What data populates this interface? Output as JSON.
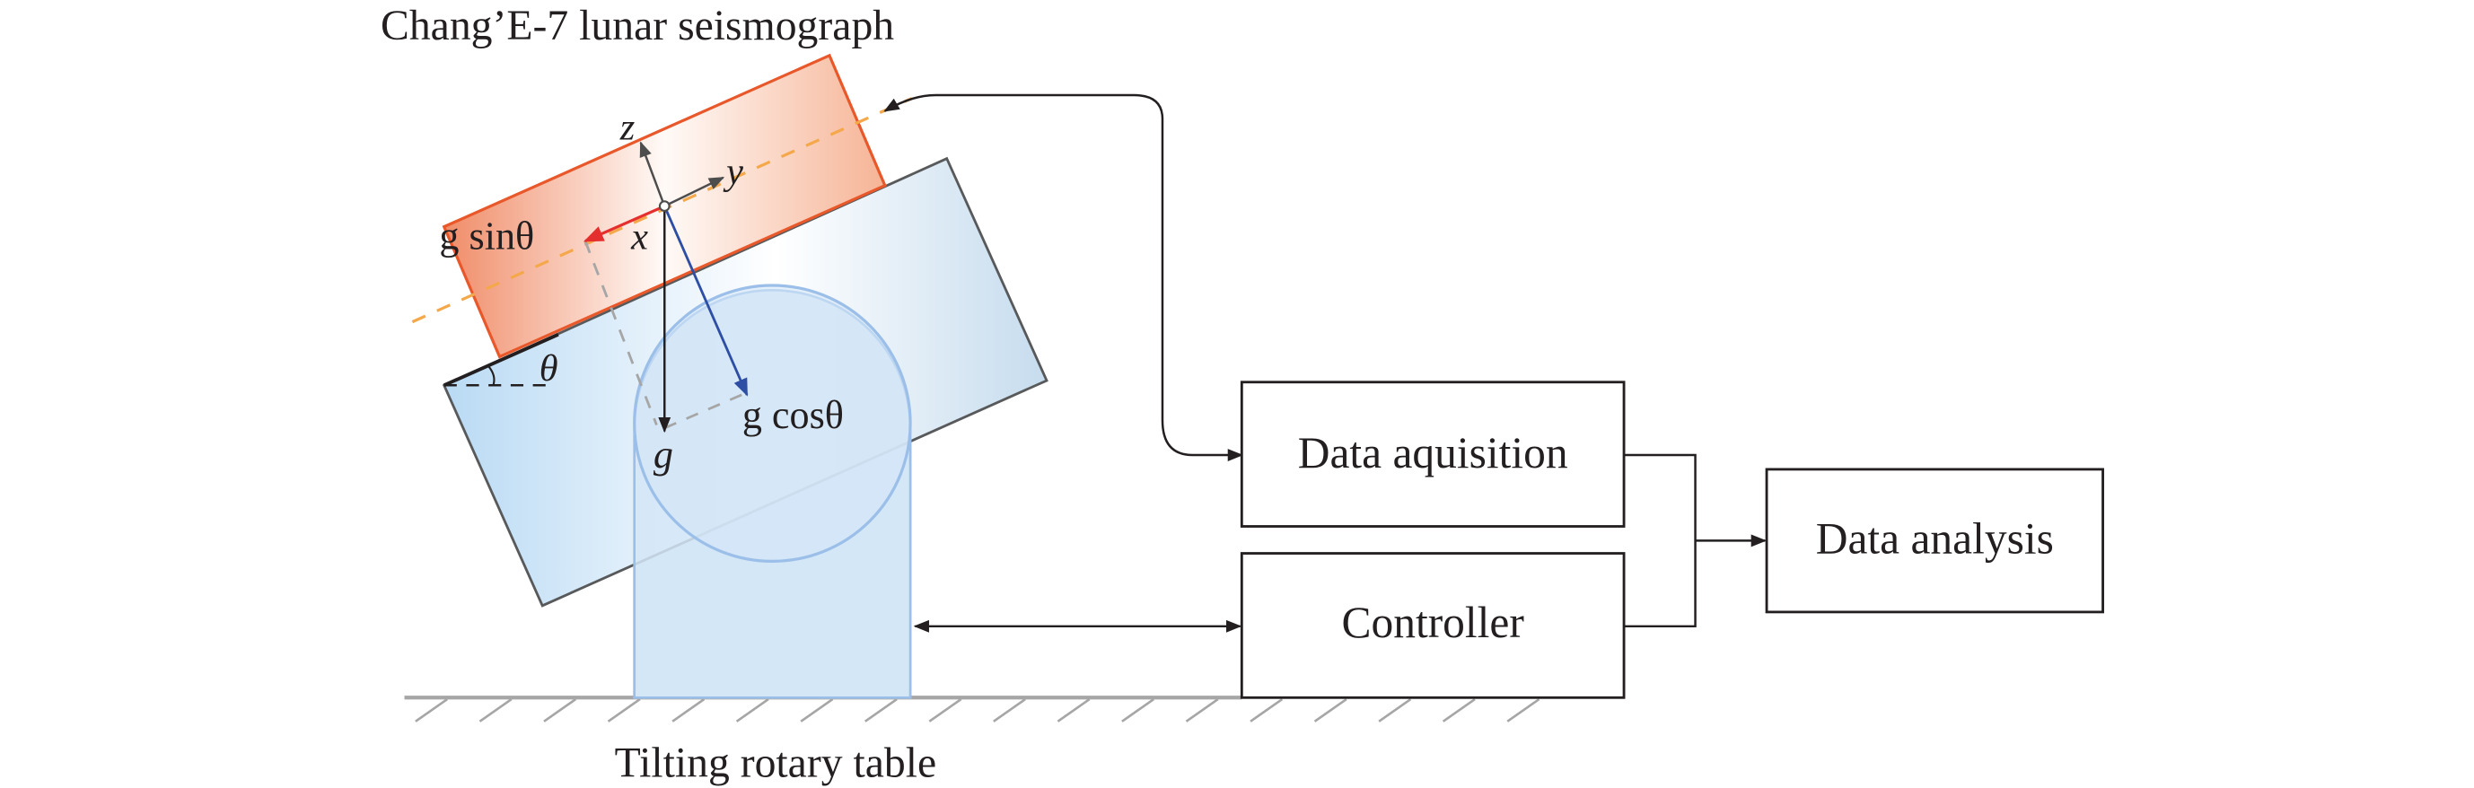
{
  "title": "Chang’E-7 lunar seismograph",
  "labels": {
    "z_axis": "z",
    "y_axis": "y",
    "x_axis": "x",
    "g_sin": "g sinθ",
    "g_cos": "g cosθ",
    "g": "g",
    "theta": "θ",
    "table": "Tilting rotary table"
  },
  "blocks": {
    "acquisition": "Data aquisition",
    "controller": "Controller",
    "analysis": "Data analysis"
  },
  "colors": {
    "seismograph_stroke": "#e8582a",
    "seismograph_fill_dark": "#f08c68",
    "seismograph_fill_light": "#fff5f0",
    "table_fill": "#d3e6f7",
    "table_stroke": "#9bbfe8",
    "plate_fill": "#bcdcf4",
    "plate_stroke": "#58595b",
    "x_arrow": "#e52f2f",
    "gcos_arrow": "#2e4ea5",
    "centerline": "#f4a84a",
    "ground": "#a6a6a6",
    "ink": "#231f20"
  },
  "icons": {
    "ground": "hatched-ground-icon",
    "axes": "coordinate-axes-icon"
  }
}
